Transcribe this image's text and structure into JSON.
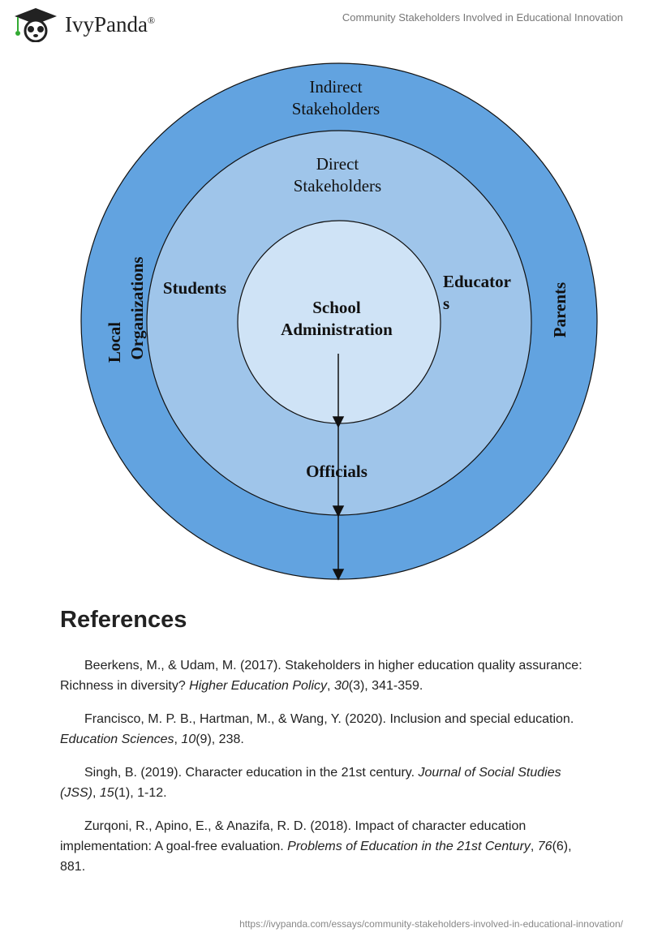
{
  "header": {
    "brand": "IvyPanda",
    "brand_mark": "®",
    "title": "Community Stakeholders Involved in Educational Innovation"
  },
  "diagram": {
    "outer_label_1": "Indirect",
    "outer_label_2": "Stakeholders",
    "middle_label_1": "Direct",
    "middle_label_2": "Stakeholders",
    "inner_label_1": "School",
    "inner_label_2": "Administration",
    "students": "Students",
    "educators_1": "Educator",
    "educators_2": "s",
    "officials": "Officials",
    "local_1": "Local",
    "local_2": "Organizations",
    "parents": "Parents",
    "colors": {
      "outer": "#62a3e0",
      "middle": "#9fc5ea",
      "inner": "#cfe3f6"
    }
  },
  "references": {
    "heading": "References",
    "items": [
      {
        "pre": "Beerkens, M., & Udam, M. (2017). Stakeholders in higher education quality assurance: Richness in diversity? ",
        "journal": "Higher Education Policy",
        "sep": ", ",
        "vol": "30",
        "post": "(3), 341-359."
      },
      {
        "pre": "Francisco, M. P. B., Hartman, M., & Wang, Y. (2020). Inclusion and special education. ",
        "journal": "Education Sciences",
        "sep": ", ",
        "vol": "10",
        "post": "(9), 238."
      },
      {
        "pre": "Singh, B. (2019). Character education in the 21st century. ",
        "journal": "Journal of Social Studies (JSS)",
        "sep": ", ",
        "vol": "15",
        "post": "(1), 1-12."
      },
      {
        "pre": "Zurqoni, R., Apino, E., & Anazifa, R. D. (2018). Impact of character education implementation: A goal-free evaluation. ",
        "journal": "Problems of Education in the 21st Century",
        "sep": ", ",
        "vol": "76",
        "post": "(6), 881."
      }
    ]
  },
  "footer": {
    "url": "https://ivypanda.com/essays/community-stakeholders-involved-in-educational-innovation/"
  }
}
